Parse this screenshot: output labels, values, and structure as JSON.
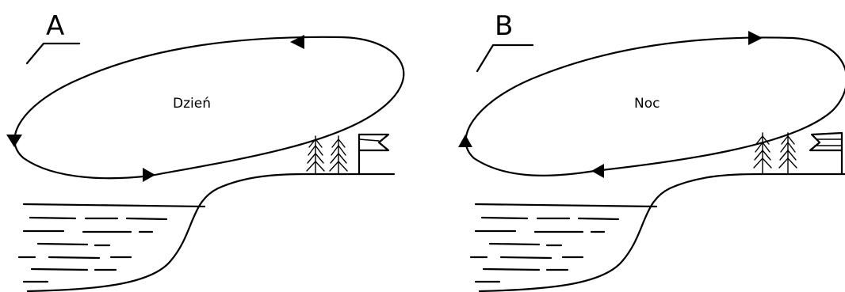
{
  "panels": [
    {
      "letter": "A",
      "caption": "Dzień"
    },
    {
      "letter": "B",
      "caption": "Noc"
    }
  ]
}
